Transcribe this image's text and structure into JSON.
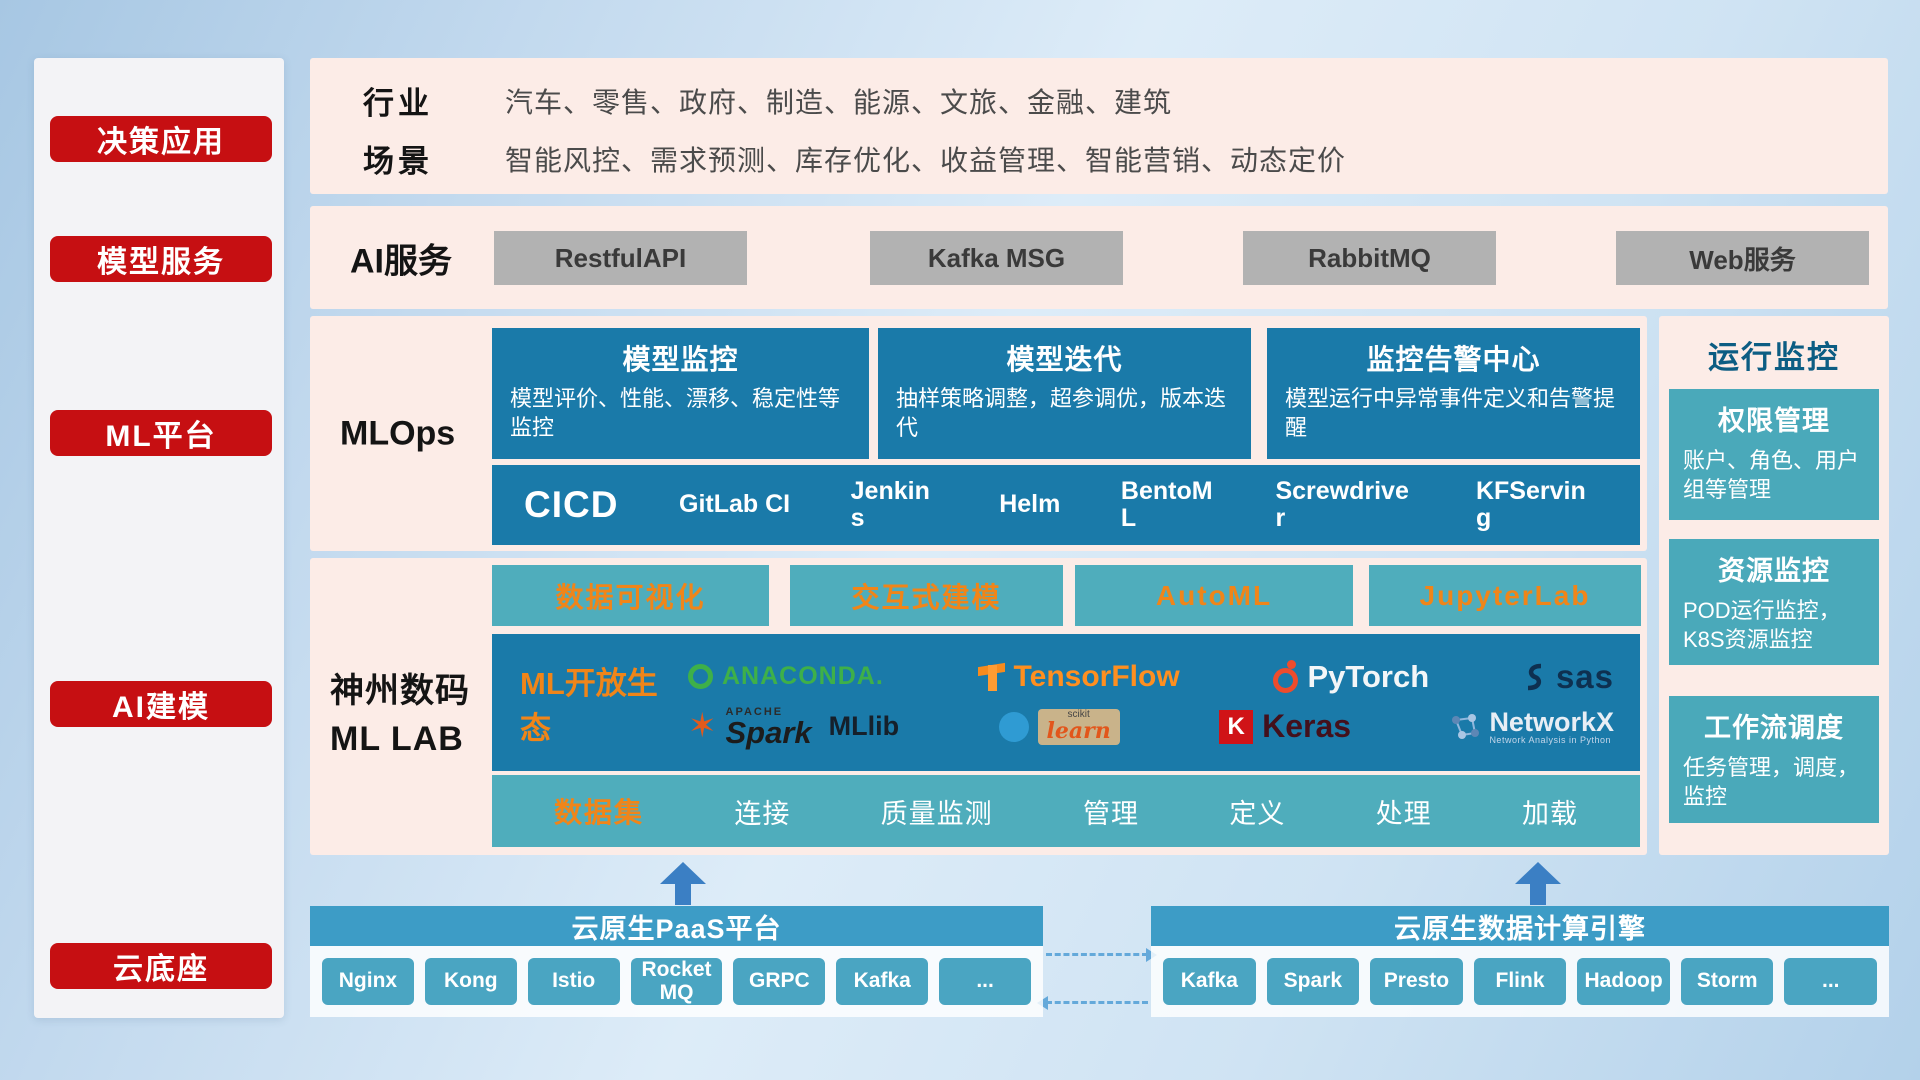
{
  "sidebar": {
    "items": [
      "决策应用",
      "模型服务",
      "ML平台",
      "AI建模",
      "云底座"
    ]
  },
  "app_row": {
    "industry_label": "行业",
    "industry_text": "汽车、零售、政府、制造、能源、文旅、金融、建筑",
    "scene_label": "场景",
    "scene_text": "智能风控、需求预测、库存优化、收益管理、智能营销、动态定价"
  },
  "service_row": {
    "label": "AI服务",
    "buttons": [
      "RestfulAPI",
      "Kafka MSG",
      "RabbitMQ",
      "Web服务"
    ]
  },
  "mlops": {
    "label": "MLOps",
    "cards": [
      {
        "title": "模型监控",
        "desc": "模型评价、性能、漂移、稳定性等监控"
      },
      {
        "title": "模型迭代",
        "desc": "抽样策略调整，超参调优，版本迭代"
      },
      {
        "title": "监控告警中心",
        "desc": "模型运行中异常事件定义和告警提醒"
      }
    ],
    "cicd_title": "CICD",
    "cicd_items": [
      "GitLab CI",
      "Jenkins",
      "Helm",
      "BentoML",
      "Screwdriver",
      "KFServing"
    ]
  },
  "mllab": {
    "label_line1": "神州数码",
    "label_line2": "ML LAB",
    "tool_buttons": [
      "数据可视化",
      "交互式建模",
      "AutoML",
      "JupyterLab"
    ],
    "eco_label": "ML开放生态",
    "logos": {
      "anaconda": "ANACONDA.",
      "tensorflow": "TensorFlow",
      "pytorch": "PyTorch",
      "sas": "sas",
      "apache": "APACHE",
      "spark": "Spark",
      "mllib": "MLlib",
      "scikit": "scikit",
      "learn": "learn",
      "keras_k": "K",
      "keras": "Keras",
      "networkx": "NetworkX",
      "networkx_sub": "Network Analysis in Python"
    },
    "data_bar": [
      "数据集",
      "连接",
      "质量监测",
      "管理",
      "定义",
      "处理",
      "加载"
    ]
  },
  "monitor": {
    "title": "运行监控",
    "cards": [
      {
        "title": "权限管理",
        "desc": "账户、角色、用户组等管理"
      },
      {
        "title": "资源监控",
        "desc": "POD运行监控，K8S资源监控"
      },
      {
        "title": "工作流调度",
        "desc": "任务管理，调度，监控"
      }
    ]
  },
  "foundation": {
    "paas_title": "云原生PaaS平台",
    "paas_items": [
      "Nginx",
      "Kong",
      "Istio",
      "RocketMQ",
      "GRPC",
      "Kafka",
      "..."
    ],
    "engine_title": "云原生数据计算引擎",
    "engine_items": [
      "Kafka",
      "Spark",
      "Presto",
      "Flink",
      "Hadoop",
      "Storm",
      "..."
    ]
  },
  "colors": {
    "red_accent": "#c60f12",
    "pink_panel": "#fcece7",
    "teal_dark": "#1a7aa9",
    "teal_light": "#4fadbc",
    "orange_accent": "#f08519",
    "gray_button": "#b2b2b2",
    "header_teal": "#3d9cc6",
    "arrow_blue": "#3b7fc4"
  }
}
